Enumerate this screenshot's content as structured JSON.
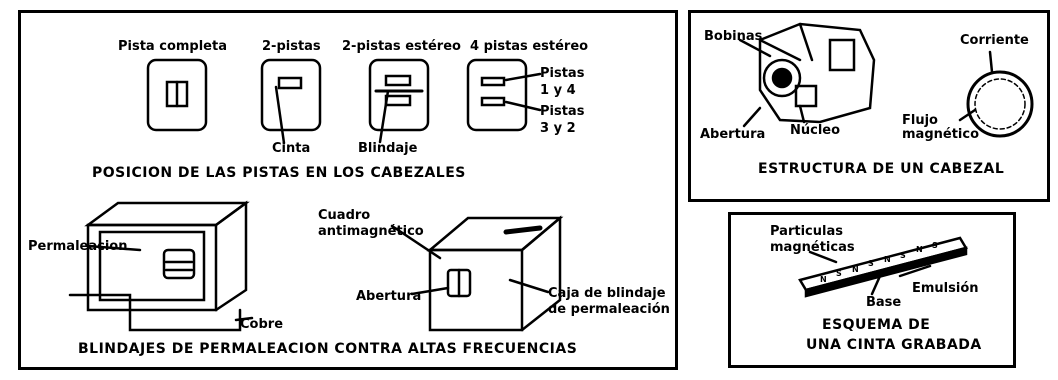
{
  "tracks": {
    "heads": [
      {
        "label": "Pista completa"
      },
      {
        "label": "2-pistas"
      },
      {
        "label": "2-pistas estéreo"
      },
      {
        "label": "4 pistas estéreo"
      }
    ],
    "pistas_14": "Pistas\n1 y 4",
    "pistas_32": "Pistas\n3 y 2",
    "cinta": "Cinta",
    "blindaje": "Blindaje",
    "caption": "POSICION DE LAS PISTAS EN LOS CABEZALES"
  },
  "shields": {
    "permaleacion": "Permaleacion",
    "cobre": "Cobre",
    "cuadro": "Cuadro\nantimagnético",
    "abertura": "Abertura",
    "caja": "Caja de blindaje\nde permaleación",
    "caption": "BLINDAJES DE PERMALEACION CONTRA ALTAS FRECUENCIAS"
  },
  "head_structure": {
    "bobinas": "Bobinas",
    "corriente": "Corriente",
    "flujo": "Flujo\nmagnético",
    "abertura": "Abertura",
    "nucleo": "Núcleo",
    "caption": "ESTRUCTURA DE UN CABEZAL"
  },
  "tape": {
    "particulas": "Particulas\nmagnéticas",
    "emulsion": "Emulsión",
    "base": "Base",
    "caption_1": "ESQUEMA DE",
    "caption_2": "UNA CINTA GRABADA"
  }
}
